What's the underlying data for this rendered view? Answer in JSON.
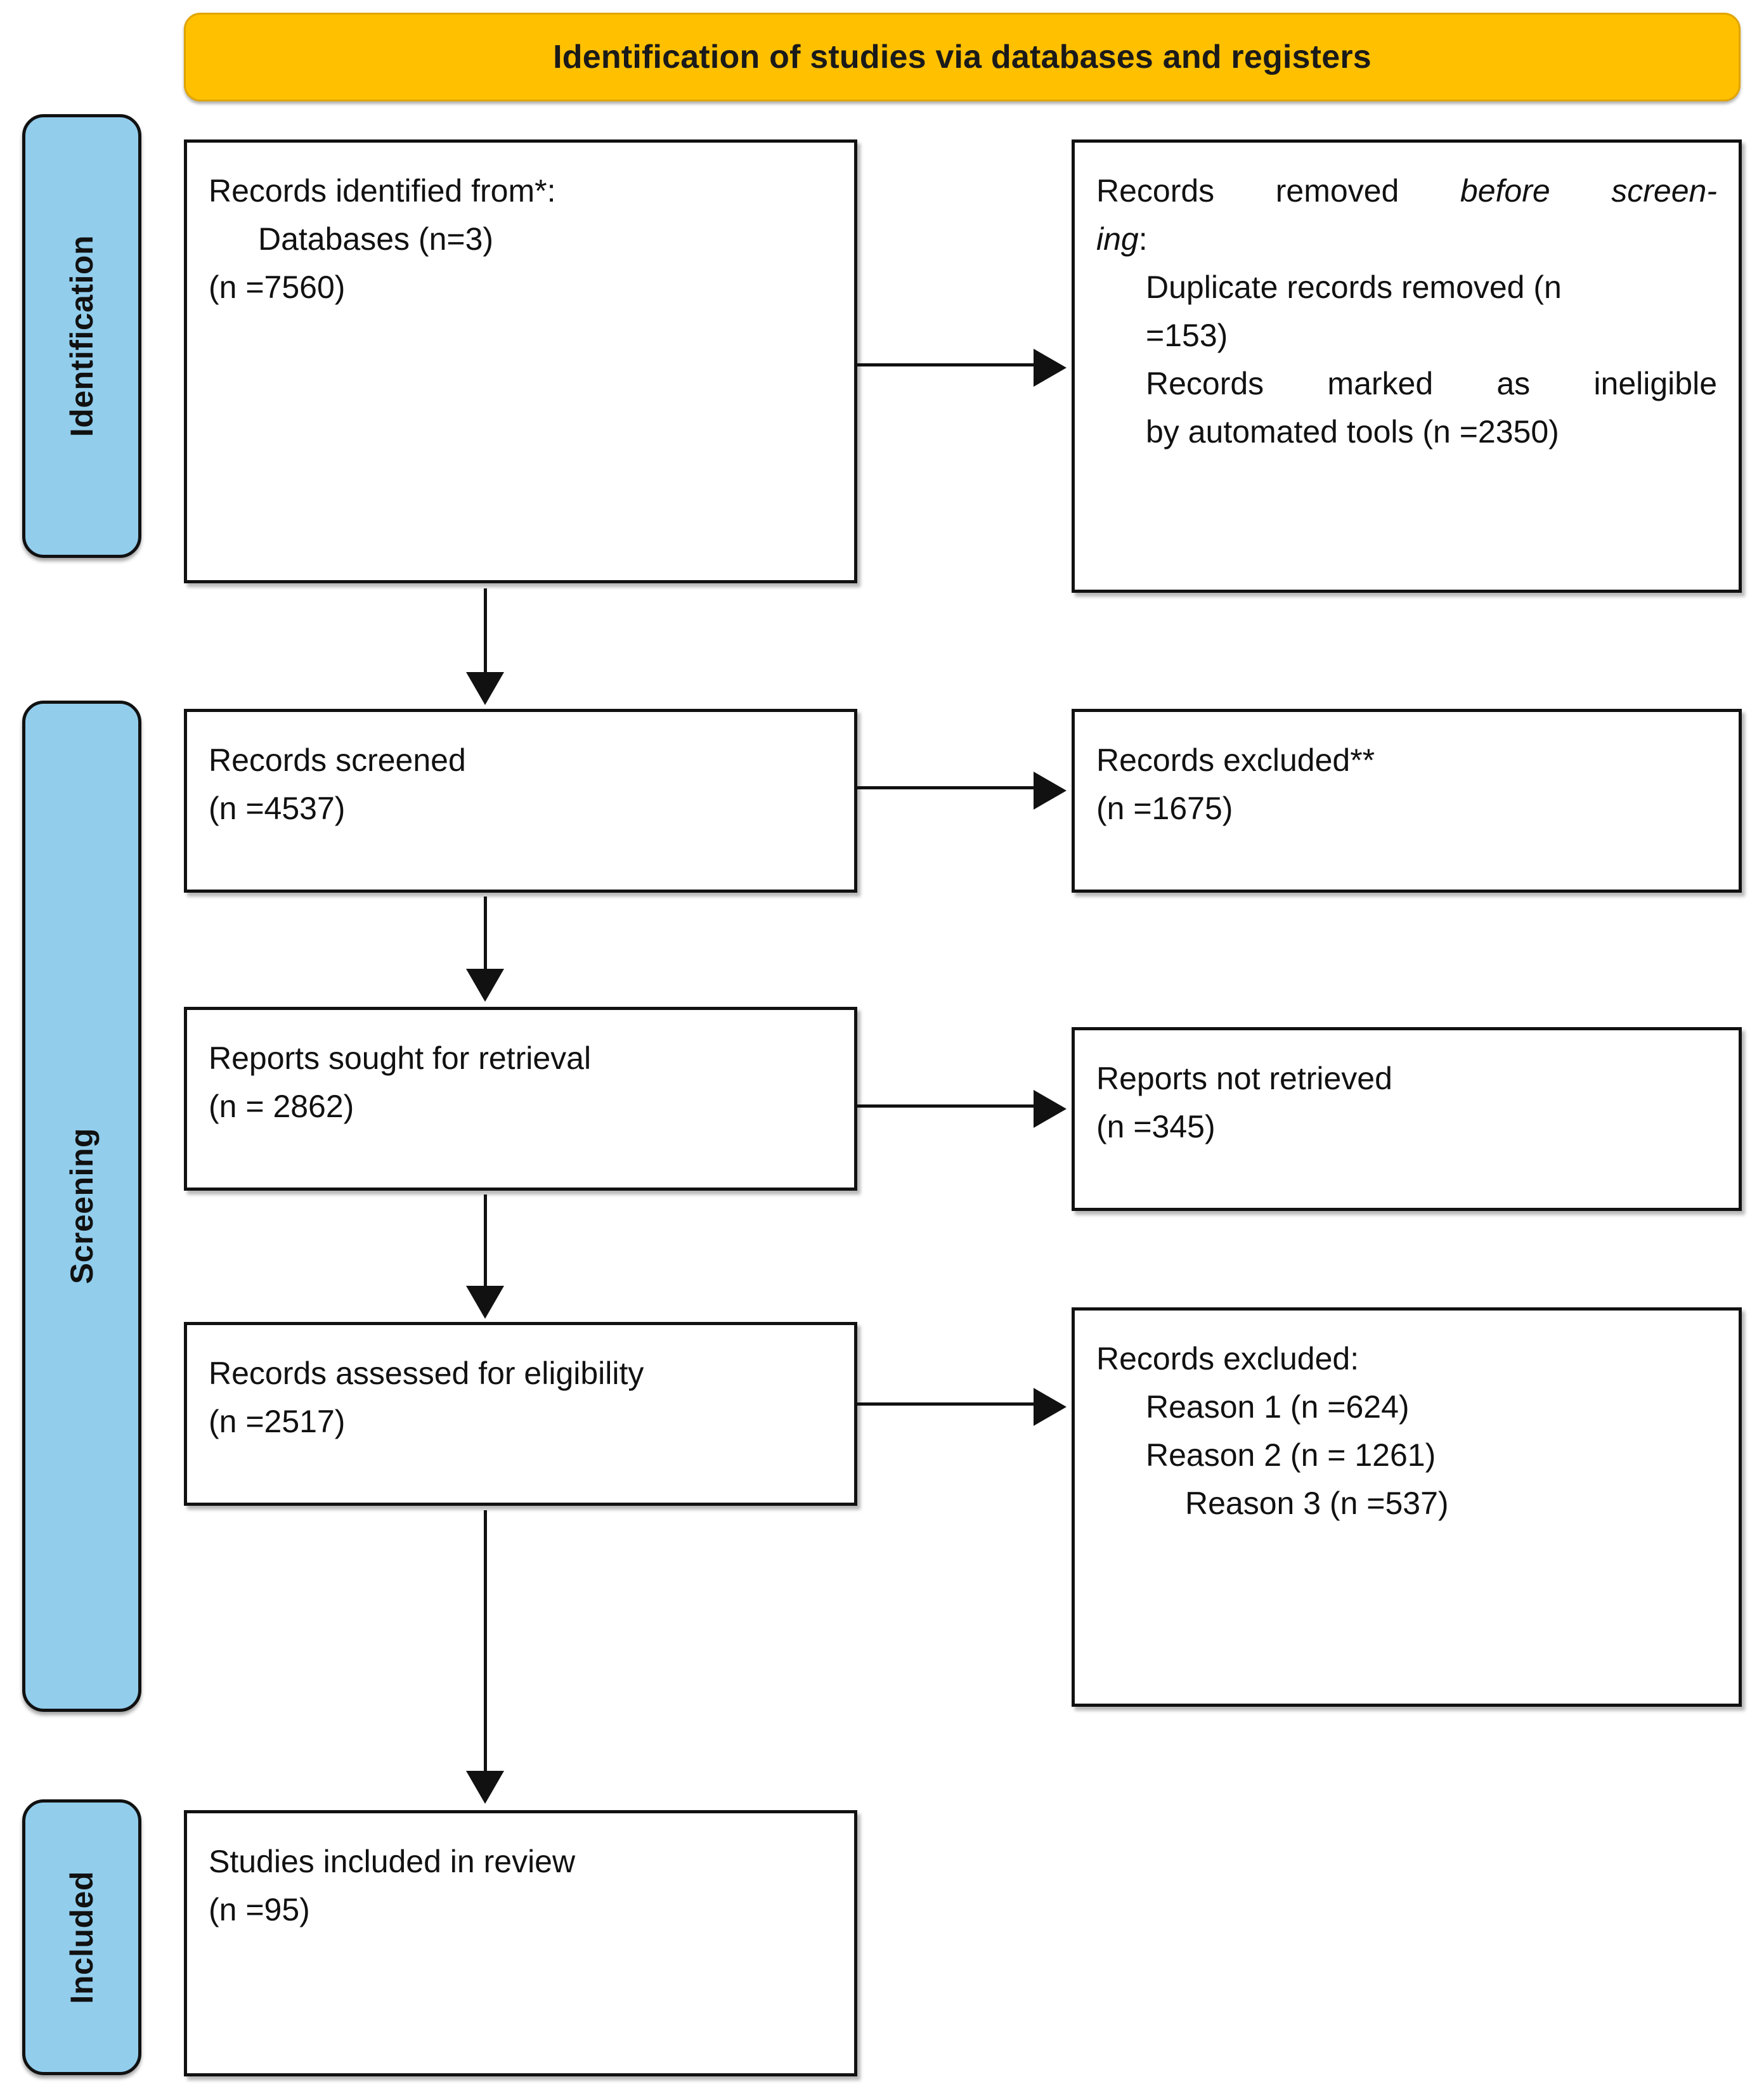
{
  "banner": {
    "label": "Identification of studies via databases and registers"
  },
  "stages": [
    {
      "key": "identification",
      "label": "Identification"
    },
    {
      "key": "screening",
      "label": "Screening"
    },
    {
      "key": "included",
      "label": "Included"
    }
  ],
  "colors": {
    "banner_fill": "#FFC000",
    "banner_border": "#E0A500",
    "stage_fill": "#92CDEC",
    "node_border": "#111111",
    "node_fill": "#FFFFFF",
    "text": "#111111"
  },
  "nodes": {
    "identified": {
      "line1": "Records identified from*:",
      "line2": "Databases (n=3)",
      "line3": "(n =7560)"
    },
    "removed": {
      "line1_pre": "Records removed ",
      "line1_em": "before screen-",
      "line2_em": "ing",
      "line2_post": ":",
      "line3": "Duplicate records removed (n",
      "line4": "=153)",
      "line5": "Records marked as ineligible",
      "line6": "by automated tools (n =2350)"
    },
    "screened": {
      "line1": "Records screened",
      "line2": "(n =4537)"
    },
    "records_excluded": {
      "line1": "Records excluded**",
      "line2": "(n =1675)"
    },
    "sought": {
      "line1": "Reports sought for retrieval",
      "line2": "(n = 2862)"
    },
    "not_retrieved": {
      "line1": "Reports not retrieved",
      "line2": "(n =345)"
    },
    "assessed": {
      "line1": "Records assessed for eligibility",
      "line2": "(n =2517)"
    },
    "excluded_reasons": {
      "line1": "Records excluded:",
      "line2": "Reason 1 (n =624)",
      "line3": "Reason 2 (n = 1261)",
      "line4": "Reason 3 (n =537)"
    },
    "included": {
      "line1": "Studies included in review",
      "line2": "(n =95)"
    }
  },
  "chart_data": {
    "type": "diagram",
    "title": "Identification of studies via databases and registers",
    "flow": [
      {
        "stage": "Identification",
        "node": "Records identified from databases",
        "n": 7560,
        "databases": 3
      },
      {
        "stage": "Identification",
        "node": "Duplicate records removed",
        "n": 153
      },
      {
        "stage": "Identification",
        "node": "Records marked as ineligible by automated tools",
        "n": 2350
      },
      {
        "stage": "Screening",
        "node": "Records screened",
        "n": 4537
      },
      {
        "stage": "Screening",
        "node": "Records excluded",
        "n": 1675
      },
      {
        "stage": "Screening",
        "node": "Reports sought for retrieval",
        "n": 2862
      },
      {
        "stage": "Screening",
        "node": "Reports not retrieved",
        "n": 345
      },
      {
        "stage": "Screening",
        "node": "Records assessed for eligibility",
        "n": 2517
      },
      {
        "stage": "Screening",
        "node": "Records excluded: Reason 1",
        "n": 624
      },
      {
        "stage": "Screening",
        "node": "Records excluded: Reason 2",
        "n": 1261
      },
      {
        "stage": "Screening",
        "node": "Records excluded: Reason 3",
        "n": 537
      },
      {
        "stage": "Included",
        "node": "Studies included in review",
        "n": 95
      }
    ]
  }
}
